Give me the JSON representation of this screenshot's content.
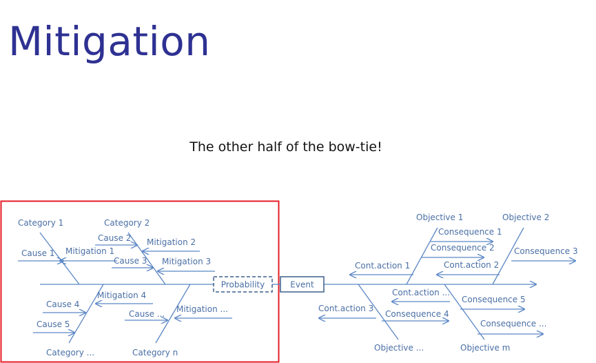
{
  "title": "Mitigation",
  "subtitle": "The other half of the bow-tie!",
  "colors": {
    "title": "#2e3192",
    "line": "#5b86c5",
    "text": "#4a6fa5",
    "highlight": "#e41e26"
  },
  "diagram": {
    "categories": [
      "Category 1",
      "Category 2",
      "Category ...",
      "Category n"
    ],
    "causes": [
      "Cause 1",
      "Cause 2",
      "Cause 3",
      "Cause 4",
      "Cause 5",
      "Cause ..."
    ],
    "mitigations": [
      "Mitigation 1",
      "Mitigation 2",
      "Mitigation 3",
      "Mitigation 4",
      "Mitigation ..."
    ],
    "probability": "Probability",
    "event": "Event",
    "objectives": [
      "Objective 1",
      "Objective 2",
      "Objective ...",
      "Objective m"
    ],
    "consequences": [
      "Consequence 1",
      "Consequence 2",
      "Consequence 3",
      "Consequence 4",
      "Consequence 5",
      "Consequence ..."
    ],
    "contingency_actions": [
      "Cont.action 1",
      "Cont.action 2",
      "Cont.action 3",
      "Cont.action ..."
    ]
  }
}
